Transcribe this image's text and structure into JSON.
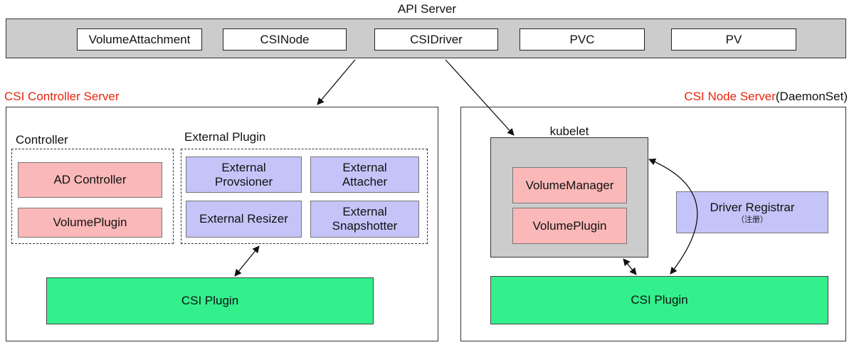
{
  "api_server": {
    "title": "API Server",
    "resources": [
      "VolumeAttachment",
      "CSINode",
      "CSIDriver",
      "PVC",
      "PV"
    ]
  },
  "controller_server": {
    "title": "CSI Controller Server",
    "controller_group": {
      "label": "Controller",
      "items": [
        "AD Controller",
        "VolumePlugin"
      ]
    },
    "external_plugin_group": {
      "label": "External Plugin",
      "items": [
        {
          "line1": "External",
          "line2": "Provsioner"
        },
        {
          "line1": "External",
          "line2": "Attacher"
        },
        {
          "line1": "External Resizer",
          "line2": ""
        },
        {
          "line1": "External",
          "line2": "Snapshotter"
        }
      ]
    },
    "csi_plugin": "CSI Plugin"
  },
  "node_server": {
    "title": "CSI Node Server",
    "title_suffix": "(DaemonSet)",
    "kubelet": {
      "label": "kubelet",
      "items": [
        "VolumeManager",
        "VolumePlugin"
      ]
    },
    "driver_registrar": {
      "label": "Driver Registrar",
      "sublabel": "（注册）"
    },
    "csi_plugin": "CSI Plugin"
  },
  "colors": {
    "accent_red": "#e8240c",
    "pink": "#fbb8b8",
    "blue": "#c4c4f8",
    "green": "#33f08d",
    "gray": "#cccccc"
  }
}
